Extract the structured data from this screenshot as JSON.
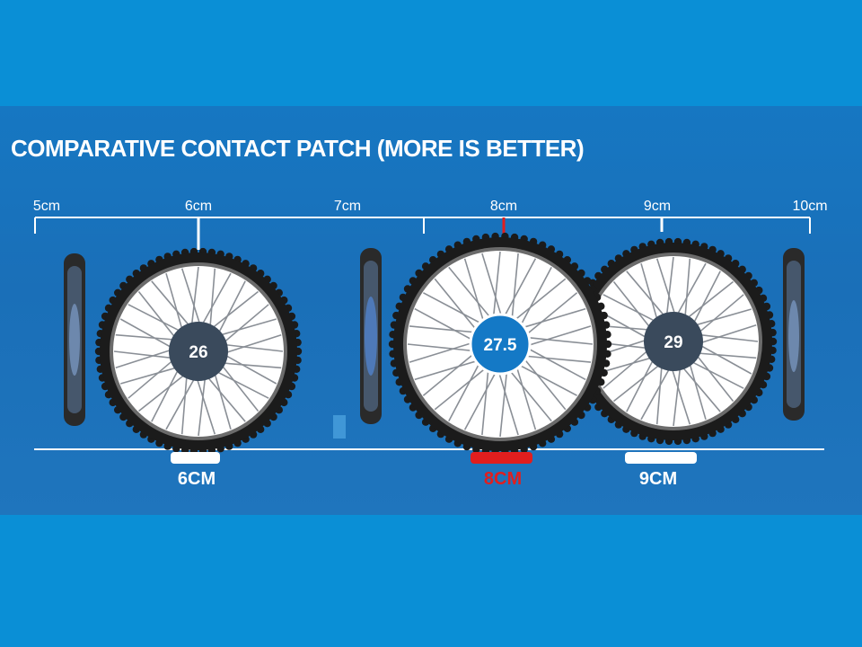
{
  "title": "COMPARATIVE CONTACT PATCH (MORE IS BETTER)",
  "scale_labels": [
    "5cm",
    "6cm",
    "7cm",
    "8cm",
    "9cm",
    "10cm"
  ],
  "wheels": [
    {
      "size": "26",
      "patch": "6CM",
      "patch_cm": 6,
      "hub_color": "#3a4a5c",
      "patch_color": "#ffffff"
    },
    {
      "size": "27.5",
      "patch": "8CM",
      "patch_cm": 8,
      "hub_color": "#1479c6",
      "patch_color": "#e11e1e"
    },
    {
      "size": "29",
      "patch": "9CM",
      "patch_cm": 9,
      "hub_color": "#3a4a5c",
      "patch_color": "#ffffff"
    }
  ],
  "colors": {
    "background": "#0a8fd6",
    "panel": "#1a6fb8",
    "highlight": "#e11e1e",
    "tyre": "#1b1b1b",
    "rim": "#ffffff"
  }
}
